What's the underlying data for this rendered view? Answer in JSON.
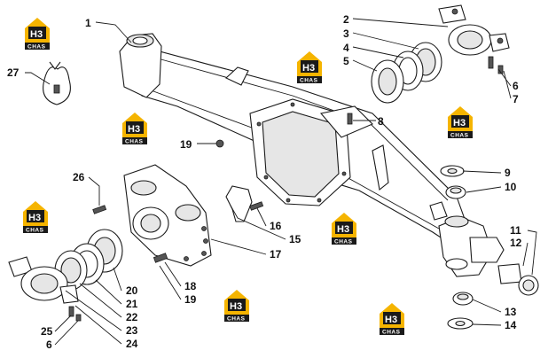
{
  "watermark": {
    "logo_main": "H3",
    "logo_sub": "CHAS",
    "accent": "#f5b400",
    "dark": "#1a1a1a"
  },
  "callouts": [
    "1",
    "2",
    "3",
    "4",
    "5",
    "6",
    "7",
    "8",
    "9",
    "10",
    "11",
    "12",
    "13",
    "14",
    "15",
    "16",
    "17",
    "18",
    "19",
    "19",
    "20",
    "21",
    "22",
    "23",
    "24",
    "25",
    "26",
    "27",
    "6"
  ]
}
